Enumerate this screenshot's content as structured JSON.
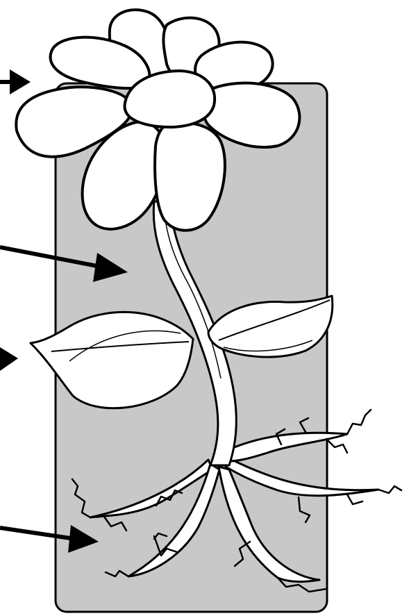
{
  "colors": {
    "background": "#ffffff",
    "panel_fill": "#c8c8c8",
    "outline": "#000000",
    "plant_fill": "#ffffff"
  },
  "diagram": {
    "subject": "flower-plant",
    "parts": [
      "flower",
      "stem",
      "leaves",
      "roots"
    ],
    "arrows": [
      {
        "points_to": "flower"
      },
      {
        "points_to": "stem"
      },
      {
        "points_to": "leaves"
      },
      {
        "points_to": "roots"
      }
    ]
  }
}
